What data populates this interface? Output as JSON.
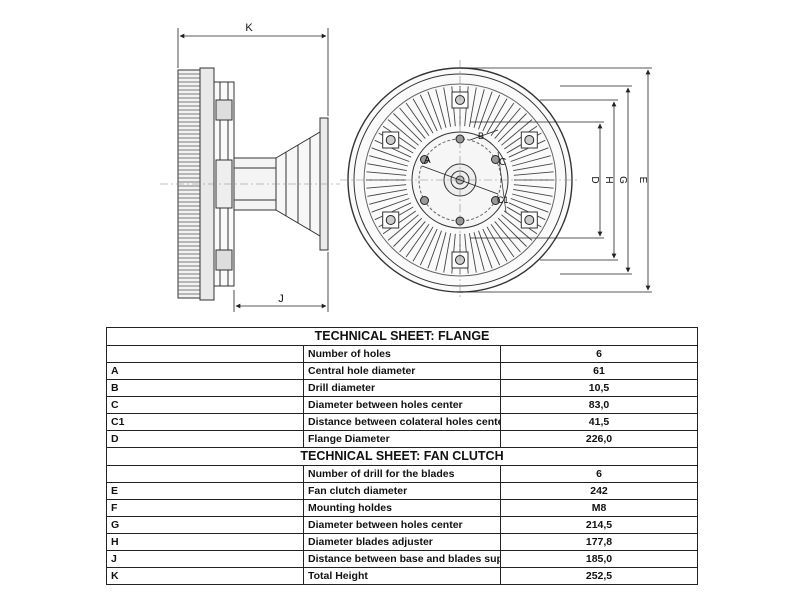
{
  "drawing": {
    "dimension_labels": {
      "K": "K",
      "J": "J",
      "A": "A",
      "B": "B",
      "C": "C",
      "C1": "C1",
      "D": "D",
      "H": "H",
      "G": "G",
      "E": "E"
    }
  },
  "tables": [
    {
      "title": "TECHNICAL SHEET: FLANGE",
      "rows": [
        {
          "code": "",
          "label": "Number of holes",
          "value": "6"
        },
        {
          "code": "A",
          "label": "Central hole diameter",
          "value": "61"
        },
        {
          "code": "B",
          "label": "Drill diameter",
          "value": "10,5"
        },
        {
          "code": "C",
          "label": "Diameter between holes center",
          "value": "83,0"
        },
        {
          "code": "C1",
          "label": "Distance between colateral holes center",
          "value": "41,5"
        },
        {
          "code": "D",
          "label": "Flange Diameter",
          "value": "226,0"
        }
      ]
    },
    {
      "title": "TECHNICAL SHEET: FAN CLUTCH",
      "rows": [
        {
          "code": "",
          "label": "Number of drill for the blades",
          "value": "6"
        },
        {
          "code": "E",
          "label": "Fan clutch diameter",
          "value": "242"
        },
        {
          "code": "F",
          "label": "Mounting holdes",
          "value": "M8"
        },
        {
          "code": "G",
          "label": "Diameter between holes center",
          "value": "214,5"
        },
        {
          "code": "H",
          "label": "Diameter blades adjuster",
          "value": "177,8"
        },
        {
          "code": "J",
          "label": "Distance between base and blades support",
          "value": "185,0"
        },
        {
          "code": "K",
          "label": "Total Height",
          "value": "252,5"
        }
      ]
    }
  ]
}
